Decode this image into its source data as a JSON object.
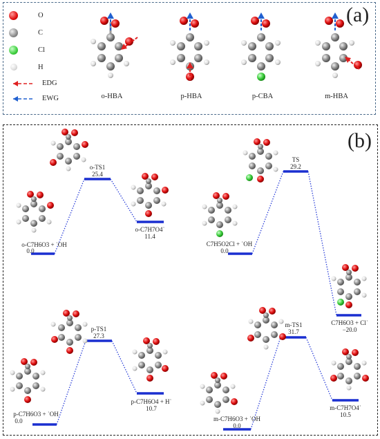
{
  "panel_a": {
    "letter": "(a)",
    "legend": [
      {
        "label": "O",
        "kind": "atom",
        "color": "#e01010"
      },
      {
        "label": "C",
        "kind": "atom",
        "color": "#8c8c8c"
      },
      {
        "label": "Cl",
        "kind": "atom",
        "color": "#3fcf3f"
      },
      {
        "label": "H",
        "kind": "atom",
        "color": "#e6e6e6"
      },
      {
        "label": "EDG",
        "kind": "arrow",
        "color": "#e02020"
      },
      {
        "label": "EWG",
        "kind": "arrow",
        "color": "#2060d0"
      }
    ],
    "molecules": [
      "o-HBA",
      "p-HBA",
      "p-CBA",
      "m-HBA"
    ]
  },
  "panel_b": {
    "letter": "(b)",
    "diagrams": [
      {
        "id": "o-hba",
        "reactant": {
          "name": "o-C7H6O3 + ˙OH",
          "energy": "0.0"
        },
        "ts": {
          "name": "o-TS1",
          "energy": "25.4"
        },
        "product": {
          "name": "o-C7H7O4˙",
          "energy": "11.4"
        }
      },
      {
        "id": "p-cba",
        "reactant": {
          "name": "C7H5O2Cl + ˙OH",
          "energy": "0.0"
        },
        "ts": {
          "name": "TS",
          "energy": "29.2"
        },
        "product": {
          "name": "C7H6O3 + Cl˙",
          "energy": "−20.0"
        }
      },
      {
        "id": "p-hba",
        "reactant": {
          "name": "p-C7H6O3 + ˙OH",
          "energy": "0.0"
        },
        "ts": {
          "name": "p-TS1",
          "energy": "27.3"
        },
        "product": {
          "name": "p-C7H6O4 +  H˙",
          "energy": "10.7"
        }
      },
      {
        "id": "m-hba",
        "reactant": {
          "name": "m-C7H6O3 + ˙OH",
          "energy": "0.0"
        },
        "ts": {
          "name": "m-TS1",
          "energy": "31.7"
        },
        "product": {
          "name": "m-C7H7O4˙",
          "energy": "10.5"
        }
      }
    ]
  },
  "colors": {
    "level": "#1a2fd0",
    "connector": "#2a3fd8",
    "oxygen": "#e01010",
    "carbon": "#8c8c8c",
    "chlorine": "#3fcf3f",
    "hydrogen": "#e6e6e6"
  }
}
